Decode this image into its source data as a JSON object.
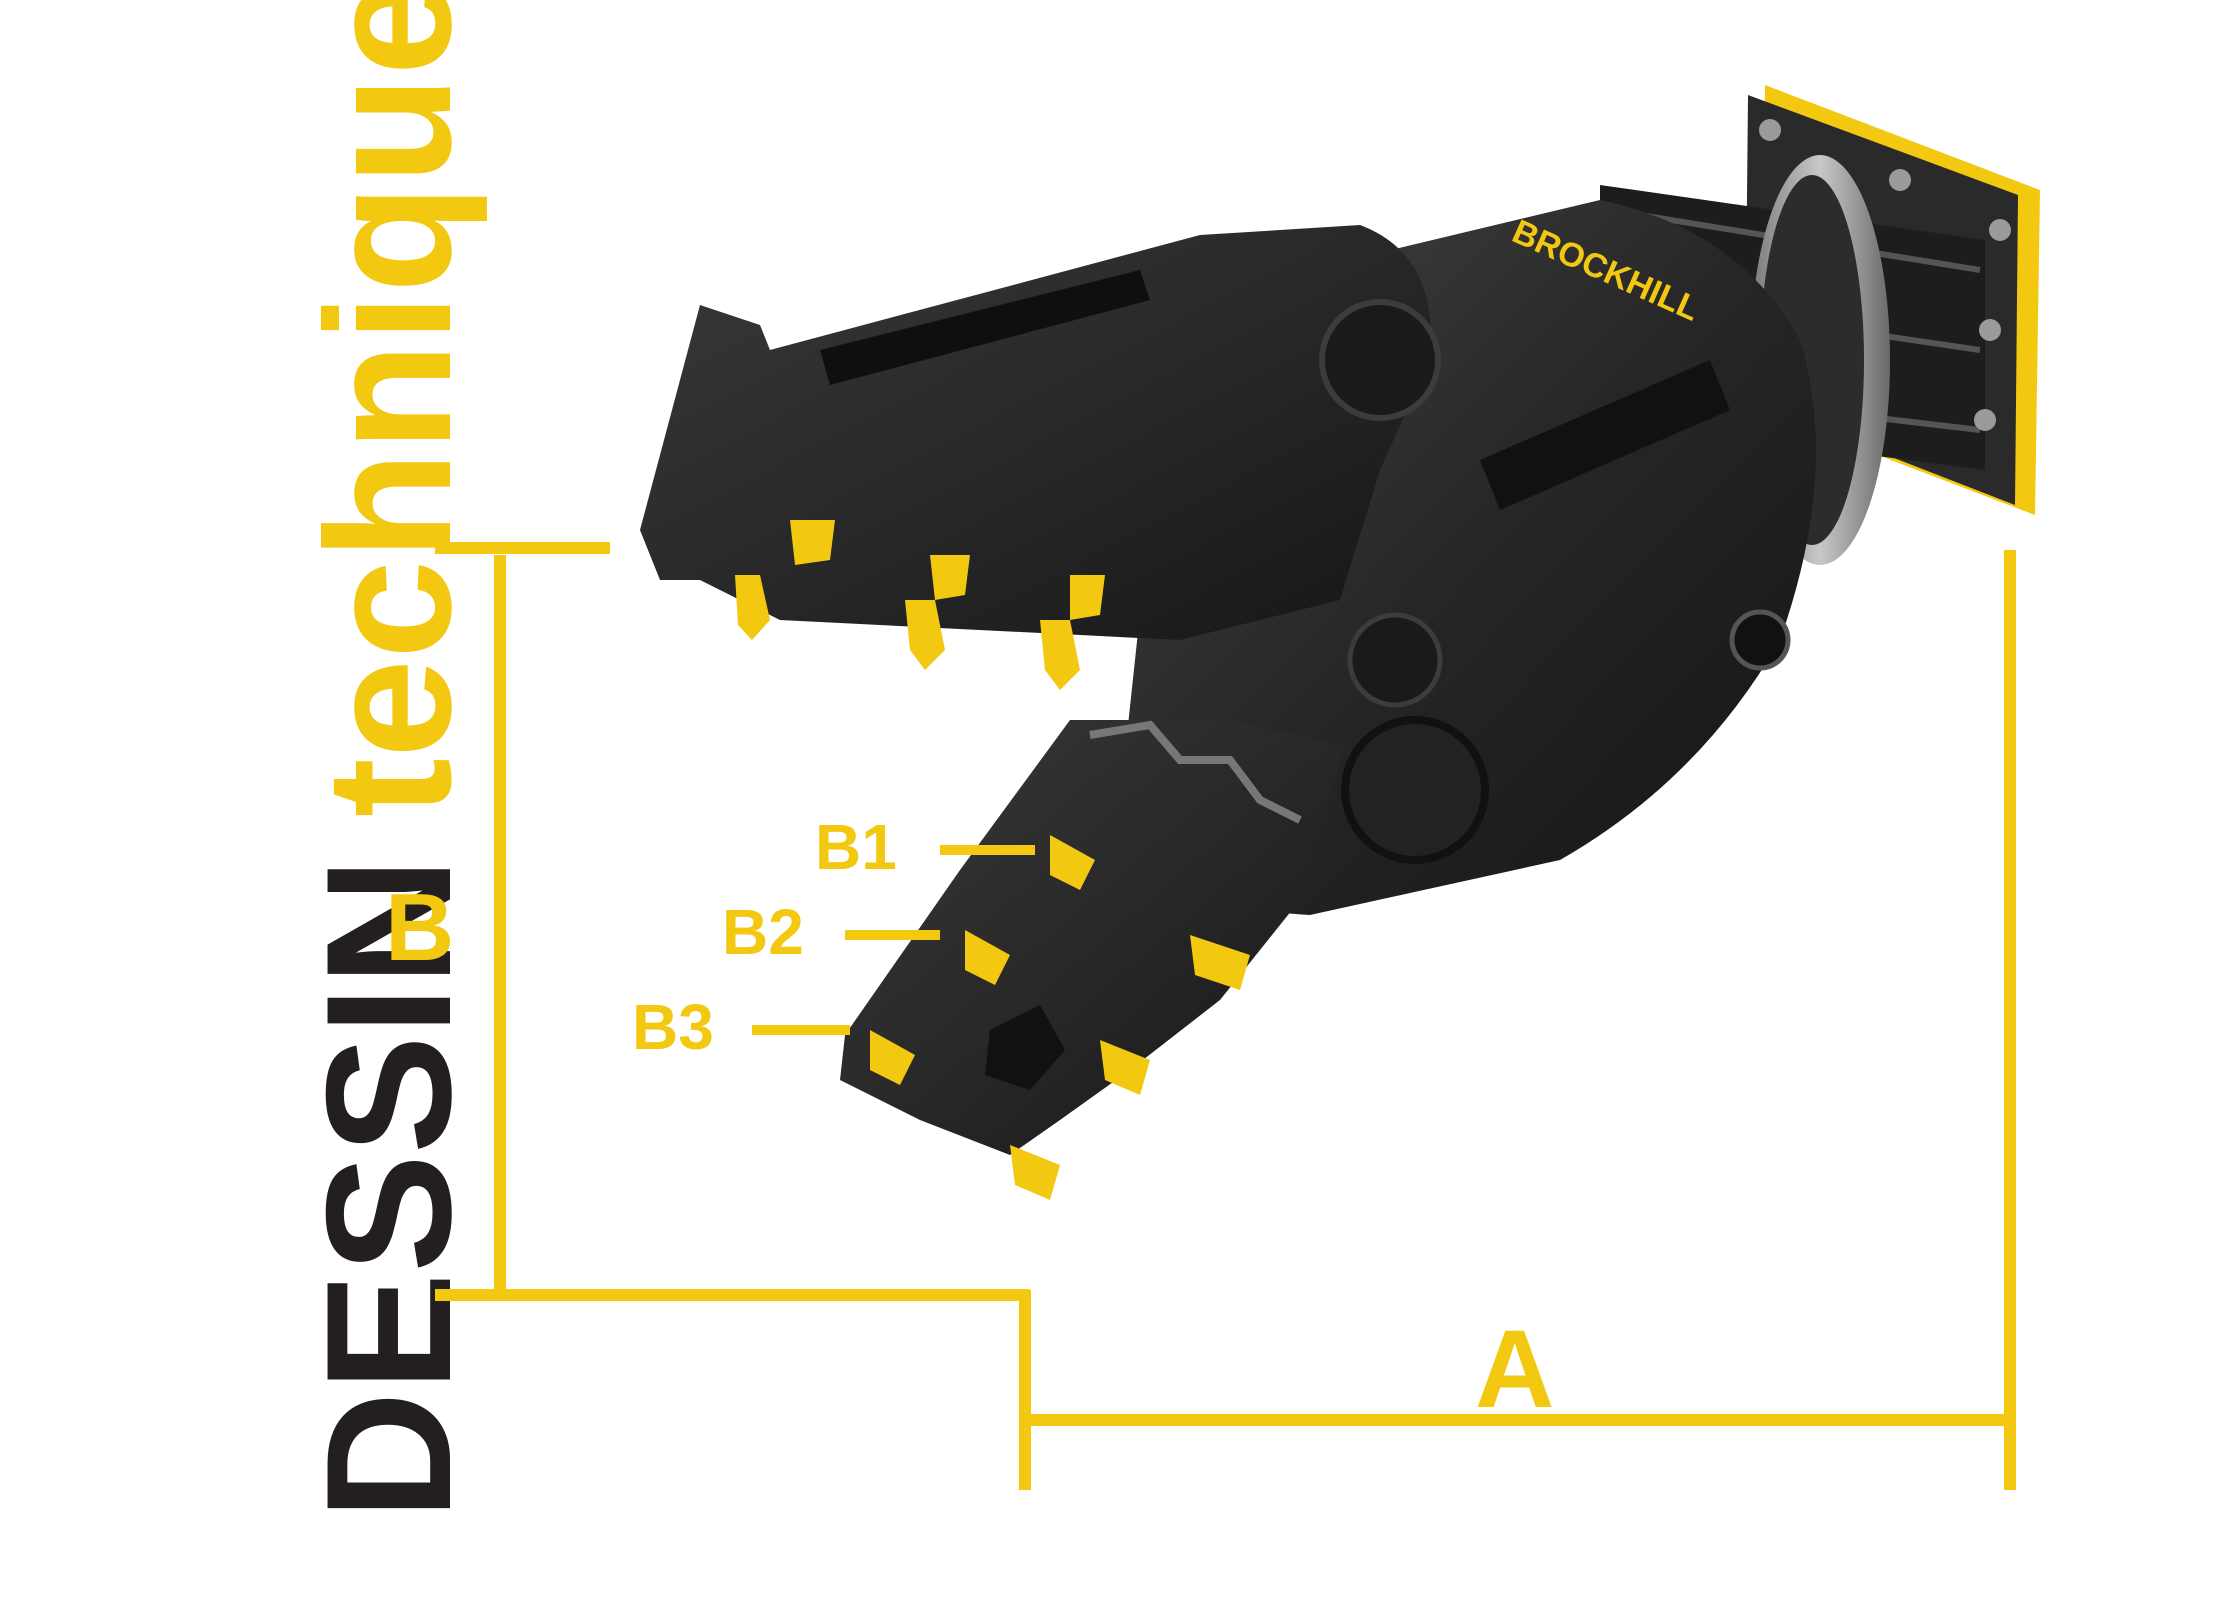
{
  "title": {
    "word1": "DESSIN",
    "word2": "technique"
  },
  "labels": {
    "a": "A",
    "b": "B",
    "b1": "B1",
    "b2": "B2",
    "b3": "B3"
  },
  "brand_stamp": "BROCKHILL",
  "colors": {
    "accent": "#f2c811",
    "title_dark": "#231f20",
    "steel_dark": "#1c1c1c",
    "steel_mid": "#2b2b2b",
    "steel_light": "#3e3e3e",
    "background": "#ffffff"
  }
}
